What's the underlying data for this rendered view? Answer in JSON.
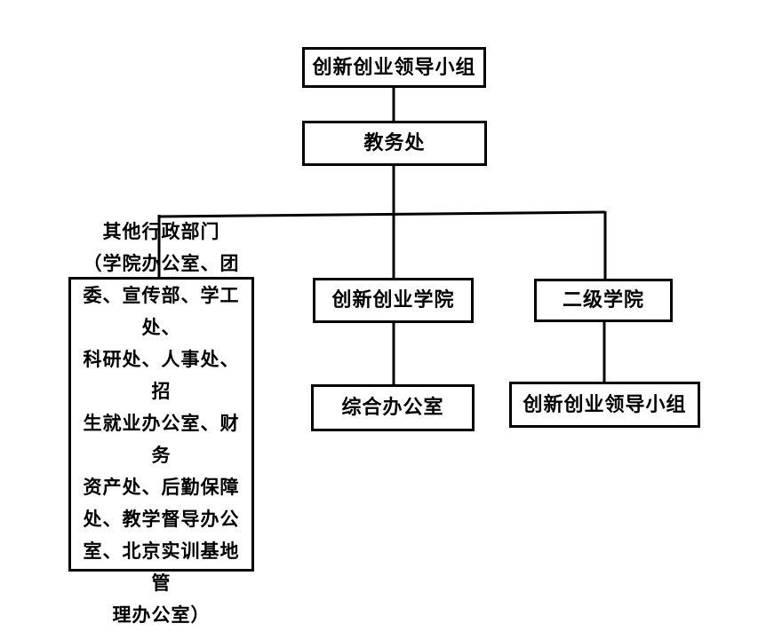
{
  "diagram": {
    "type": "org-chart",
    "colors": {
      "background": "#ffffff",
      "border": "#000000",
      "line": "#000000",
      "text": "#000000"
    },
    "nodes": {
      "leadership_top": {
        "label": "创新创业领导小组"
      },
      "academic_affairs": {
        "label": "教务处"
      },
      "other_admin": {
        "label": "其他行政部门\n（学院办公室、团\n委、宣传部、学工处、\n科研处、人事处、招\n生就业办公室、财务\n资产处、后勤保障\n处、教学督导办公\n室、北京实训基地管\n理办公室）"
      },
      "innovation_college": {
        "label": "创新创业学院"
      },
      "general_office": {
        "label": "综合办公室"
      },
      "secondary_colleges": {
        "label": "二级学院"
      },
      "leadership_secondary": {
        "label": "创新创业领导小组"
      }
    },
    "edges": [
      {
        "from": "leadership_top",
        "to": "academic_affairs"
      },
      {
        "from": "academic_affairs",
        "to": "other_admin"
      },
      {
        "from": "academic_affairs",
        "to": "innovation_college"
      },
      {
        "from": "academic_affairs",
        "to": "secondary_colleges"
      },
      {
        "from": "innovation_college",
        "to": "general_office"
      },
      {
        "from": "secondary_colleges",
        "to": "leadership_secondary"
      }
    ]
  }
}
